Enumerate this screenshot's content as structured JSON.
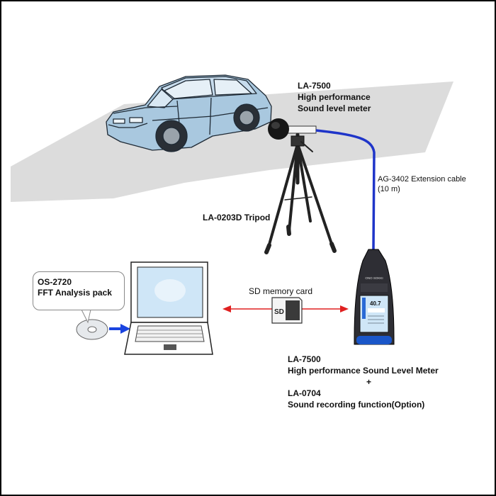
{
  "labels": {
    "meter_top": {
      "model": "LA-7500",
      "desc_line1": "High performance",
      "desc_line2": "Sound level meter"
    },
    "tripod": "LA-0203D Tripod",
    "cable": {
      "line1": "AG-3402 Extension cable",
      "line2": "(10 m)"
    },
    "sd_card": "SD memory card",
    "software": {
      "line1": "OS-2720",
      "line2": "FFT Analysis pack"
    },
    "meter_bottom": {
      "line1": "LA-7500",
      "line2": "High performance Sound Level Meter",
      "plus": "+",
      "line3": "LA-0704",
      "line4": "Sound recording function(Option)"
    }
  },
  "device_text": {
    "brand": "ONO SOKKI",
    "reading": "40.7",
    "sd_logo": "SD"
  },
  "colors": {
    "road": "#dcdcdc",
    "car_body": "#a9c8df",
    "cable": "#1f35c9",
    "arrow_red": "#e02020",
    "arrow_blue": "#1a44e0",
    "screen": "#cfe6f7",
    "meter_body": "#2e2e34"
  },
  "icons": [
    "car-icon",
    "microphone-icon",
    "tripod-icon",
    "laptop-icon",
    "cd-icon",
    "sd-card-icon",
    "sound-level-meter-icon"
  ]
}
